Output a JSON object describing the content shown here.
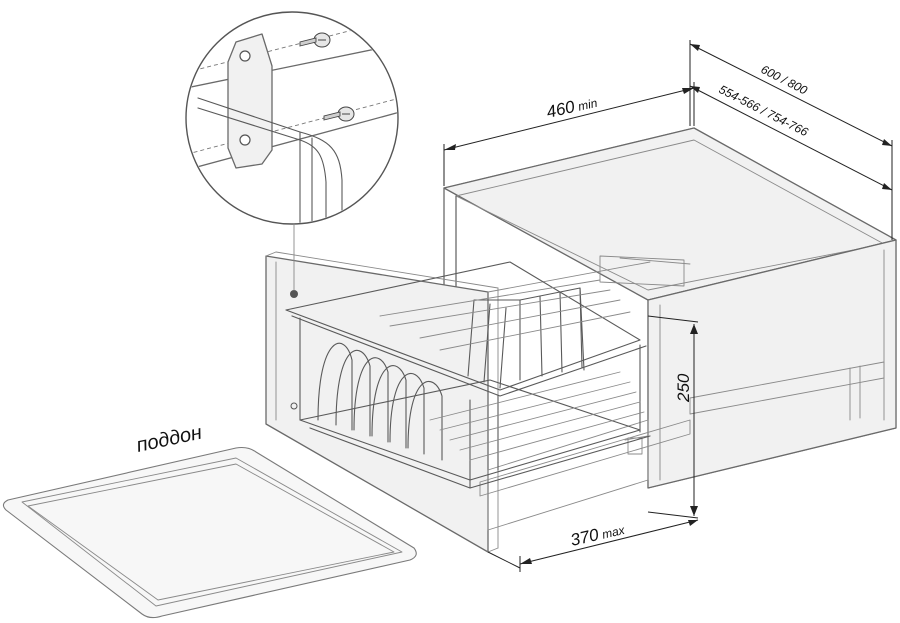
{
  "labels": {
    "tray": "поддон",
    "depth_value": "460",
    "depth_unit": "min",
    "width_value": "370",
    "width_unit": "max",
    "height_value": "250",
    "cabinet_depth": "600 / 800",
    "rail_length": "554-566 / 754-766"
  }
}
